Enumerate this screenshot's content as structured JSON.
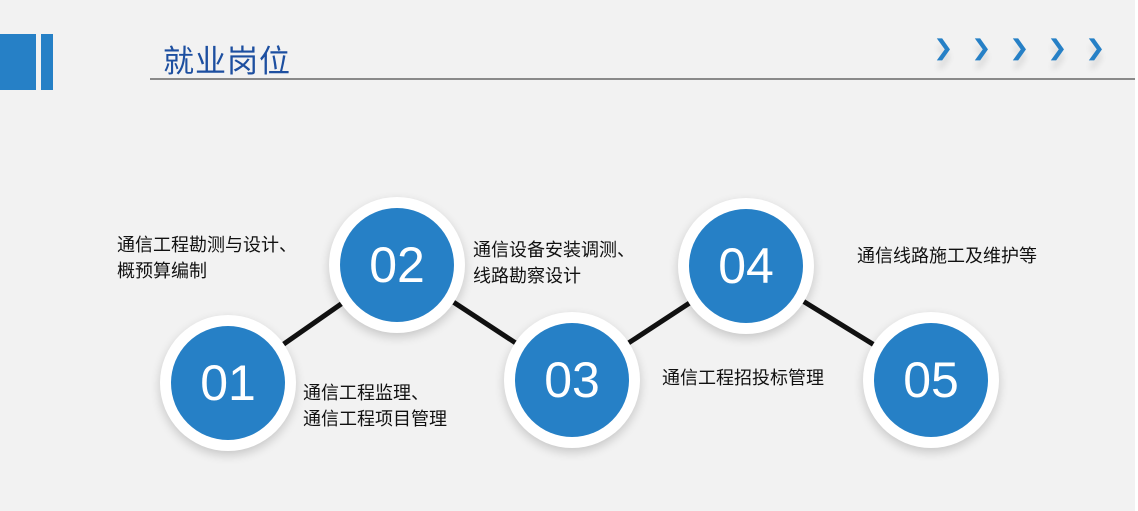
{
  "header": {
    "title": "就业岗位",
    "chevron_icon": "chevron-right-icon",
    "chevron_count": 5
  },
  "colors": {
    "accent": "#2680c6",
    "title": "#1d4fa0"
  },
  "steps": [
    {
      "number": "01",
      "line1": "通信工程监理、",
      "line2": "通信工程项目管理"
    },
    {
      "number": "02",
      "line1": "通信工程勘测与设计、",
      "line2": "概预算编制"
    },
    {
      "number": "03",
      "line1": "通信设备安装调测、",
      "line2": "线路勘察设计"
    },
    {
      "number": "04",
      "line1": "通信工程招投标管理",
      "line2": ""
    },
    {
      "number": "05",
      "line1": "通信线路施工及维护等",
      "line2": ""
    }
  ]
}
